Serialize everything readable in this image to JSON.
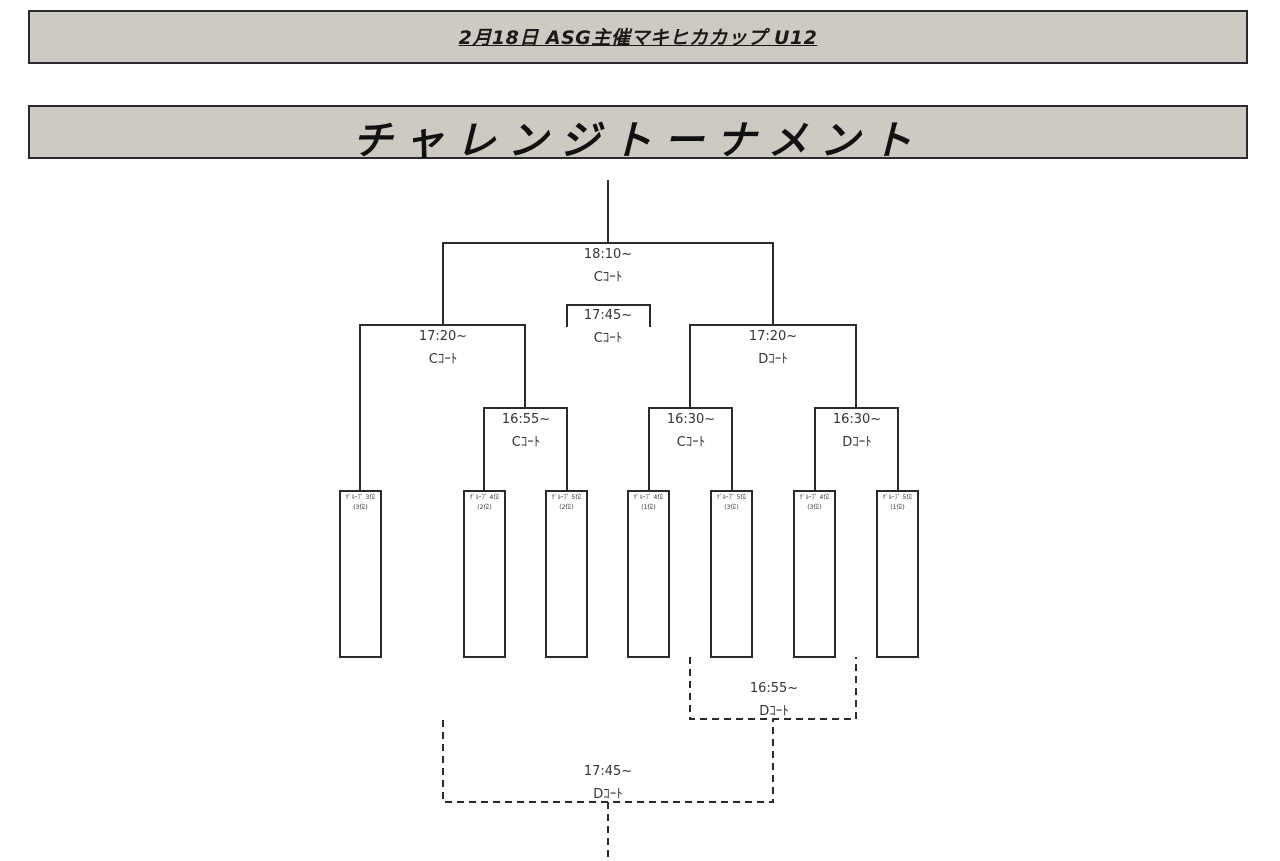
{
  "header": {
    "subtitle": "2月18日 ASG主催マキヒカカップ U12",
    "title": "チャレンジトーナメント"
  },
  "matches": [
    {
      "id": "final",
      "time": "18:10~",
      "court": "Cｺｰﾄ"
    },
    {
      "id": "third-place",
      "time": "17:45~",
      "court": "Cｺｰﾄ"
    },
    {
      "id": "semi-left",
      "time": "17:20~",
      "court": "Cｺｰﾄ"
    },
    {
      "id": "semi-right",
      "time": "17:20~",
      "court": "Dｺｰﾄ"
    },
    {
      "id": "qf-1",
      "time": "16:55~",
      "court": "Cｺｰﾄ"
    },
    {
      "id": "qf-2",
      "time": "16:30~",
      "court": "Cｺｰﾄ"
    },
    {
      "id": "qf-3",
      "time": "16:30~",
      "court": "Dｺｰﾄ"
    },
    {
      "id": "consolation-1",
      "time": "16:55~",
      "court": "Dｺｰﾄ"
    },
    {
      "id": "consolation-2",
      "time": "17:45~",
      "court": "Dｺｰﾄ"
    }
  ],
  "slots": [
    {
      "group": "ｸﾞﾙｰﾌﾟ 3位",
      "rank": "(3位)"
    },
    {
      "group": "ｸﾞﾙｰﾌﾟ 4位",
      "rank": "(2位)"
    },
    {
      "group": "ｸﾞﾙｰﾌﾟ 5位",
      "rank": "(2位)"
    },
    {
      "group": "ｸﾞﾙｰﾌﾟ 4位",
      "rank": "(1位)"
    },
    {
      "group": "ｸﾞﾙｰﾌﾟ 5位",
      "rank": "(3位)"
    },
    {
      "group": "ｸﾞﾙｰﾌﾟ 4位",
      "rank": "(3位)"
    },
    {
      "group": "ｸﾞﾙｰﾌﾟ 5位",
      "rank": "(1位)"
    }
  ]
}
